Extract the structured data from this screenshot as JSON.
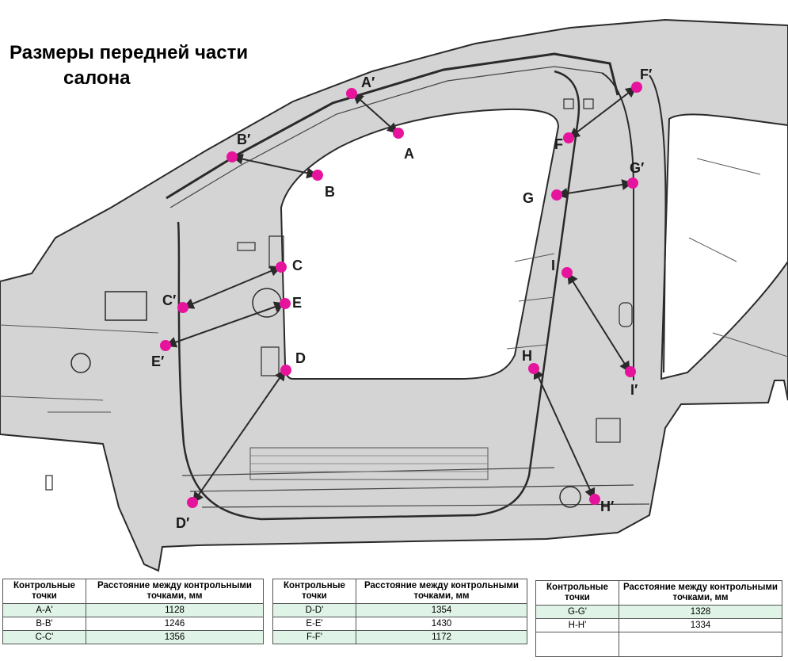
{
  "title_line1": "Размеры передней части",
  "title_line2": "салона",
  "points": {
    "A": "A",
    "A2": "A′",
    "B": "B",
    "B2": "B′",
    "C": "C",
    "C2": "C′",
    "D": "D",
    "D2": "D′",
    "E": "E",
    "E2": "E′",
    "F": "F",
    "F2": "F′",
    "G": "G",
    "G2": "G′",
    "H": "H",
    "H2": "H′",
    "I": "I",
    "I2": "I′"
  },
  "colors": {
    "point": "#e6149c",
    "body": "#d4d4d4",
    "line": "#2a2a2a",
    "row_tint": "#dff3e6"
  },
  "tables": [
    {
      "col1": "Контрольные точки",
      "col2": "Расстояние между контрольными точками, мм",
      "rows": [
        {
          "pts": "A-A'",
          "mm": "1128"
        },
        {
          "pts": "B-B'",
          "mm": "1246"
        },
        {
          "pts": "C-C'",
          "mm": "1356"
        }
      ]
    },
    {
      "col1": "Контрольные точки",
      "col2": "Расстояние между контрольными точками, мм",
      "rows": [
        {
          "pts": "D-D'",
          "mm": "1354"
        },
        {
          "pts": "E-E'",
          "mm": "1430"
        },
        {
          "pts": "F-F'",
          "mm": "1172"
        }
      ]
    },
    {
      "col1": "Контрольные точки",
      "col2": "Расстояние между контрольными точками, мм",
      "rows": [
        {
          "pts": "G-G'",
          "mm": "1328"
        },
        {
          "pts": "H-H'",
          "mm": "1334"
        }
      ]
    }
  ]
}
